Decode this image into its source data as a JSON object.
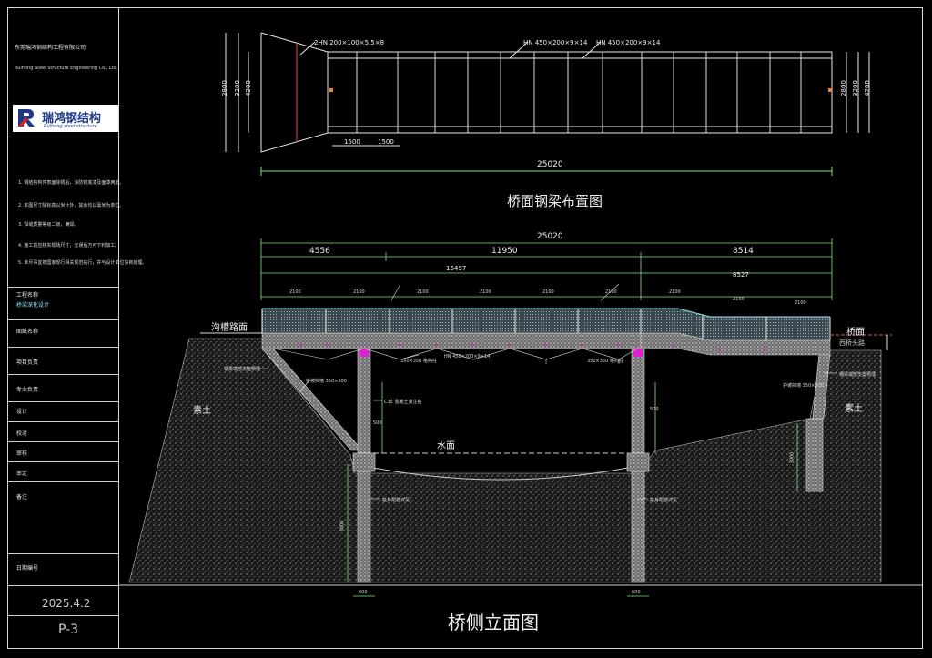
{
  "company": {
    "name_cn": "东莞瑞鸿钢结构工程有限公司",
    "name_en": "Ruihong Steel Structure Engineering Co., Ltd.",
    "logo_cn": "瑞鸿钢结构",
    "logo_en": "Ruihong steel structure"
  },
  "notes": [
    "1. 钢结构构件表面除锈后，涂防锈底漆及面漆两道。",
    "2. 本图尺寸除标高以米计外，其余均以毫米为单位。",
    "3. 焊缝质量等级二级，满焊。",
    "4. 施工前应核实现场尺寸，无误后方可下料加工。",
    "5. 未尽事宜按国家现行相关规范执行，并与设计单位协商处理。"
  ],
  "title_block": {
    "project_label": "工程名称",
    "project_value": "桥梁深化设计",
    "rows": [
      "图纸名称",
      "项目负责",
      "专业负责",
      "设计",
      "校对",
      "审核",
      "审定",
      "备注"
    ],
    "date_label": "日期编号",
    "date": "2025.4.2",
    "drawing_no": "P-3"
  },
  "plan": {
    "title": "桥面钢梁布置图",
    "total_dim": "25020",
    "callouts": [
      "2HN 200×100×5.5×8",
      "HN 450×200×9×14",
      "HN 450×200×9×14"
    ],
    "side_dims_left": [
      "2800",
      "3200",
      "4200"
    ],
    "side_dims_right": [
      "2800",
      "3200",
      "4200"
    ],
    "bottom_dims": [
      "1500",
      "1500"
    ]
  },
  "elevation": {
    "title": "桥侧立面图",
    "total_dim": "25020",
    "seg_dims": [
      "4556",
      "11950",
      "8514"
    ],
    "sub_dims": [
      "16497",
      "8527"
    ],
    "rail_dims": [
      "2100",
      "2100",
      "2100",
      "2100",
      "2100",
      "2100",
      "2100",
      "2100",
      "2100"
    ],
    "labels": {
      "road": "沟槽路面",
      "deck": "桥面",
      "soil_left": "素土",
      "soil_right": "素土",
      "water": "水面",
      "right_note": "西桥头路"
    },
    "callouts": [
      "钢梁端部支座预埋",
      "护坡挡墙 350×300",
      "C35 混凝土灌注桩",
      "350×350 格构柱",
      "HN 450×200×9×14",
      "350×350 格构柱",
      "钢梁端部支座预埋",
      "护坡挡墙 350×300",
      "桩身配筋详见",
      "桩身配筋详见"
    ],
    "pier_dims": [
      "500",
      "500"
    ],
    "foot_dims": [
      "600",
      "600"
    ],
    "depth_dims": [
      "8000",
      "3000"
    ]
  }
}
